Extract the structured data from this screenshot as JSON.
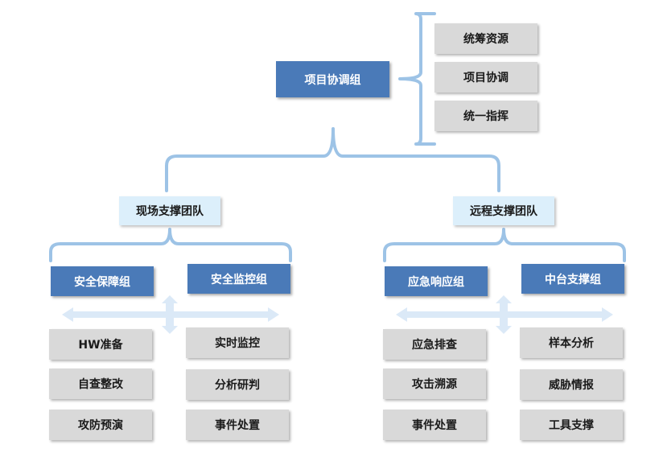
{
  "top": {
    "title": "项目协调组",
    "functions": [
      "统筹资源",
      "项目协调",
      "统一指挥"
    ]
  },
  "teams": [
    {
      "name": "现场支撑团队",
      "groups": [
        {
          "name": "安全保障组",
          "tasks": [
            "HW准备",
            "自查整改",
            "攻防预演"
          ]
        },
        {
          "name": "安全监控组",
          "tasks": [
            "实时监控",
            "分析研判",
            "事件处置"
          ]
        }
      ]
    },
    {
      "name": "远程支撑团队",
      "groups": [
        {
          "name": "应急响应组",
          "tasks": [
            "应急排查",
            "攻击溯源",
            "事件处置"
          ]
        },
        {
          "name": "中台支撑组",
          "tasks": [
            "样本分析",
            "威胁情报",
            "工具支撑"
          ]
        }
      ]
    }
  ],
  "colors": {
    "primary_box": "#4a7ab8",
    "team_box": "#dceffb",
    "task_box": "#d9d9d9",
    "bracket": "#9dc3e6",
    "arrow": "#dbe9f7"
  }
}
